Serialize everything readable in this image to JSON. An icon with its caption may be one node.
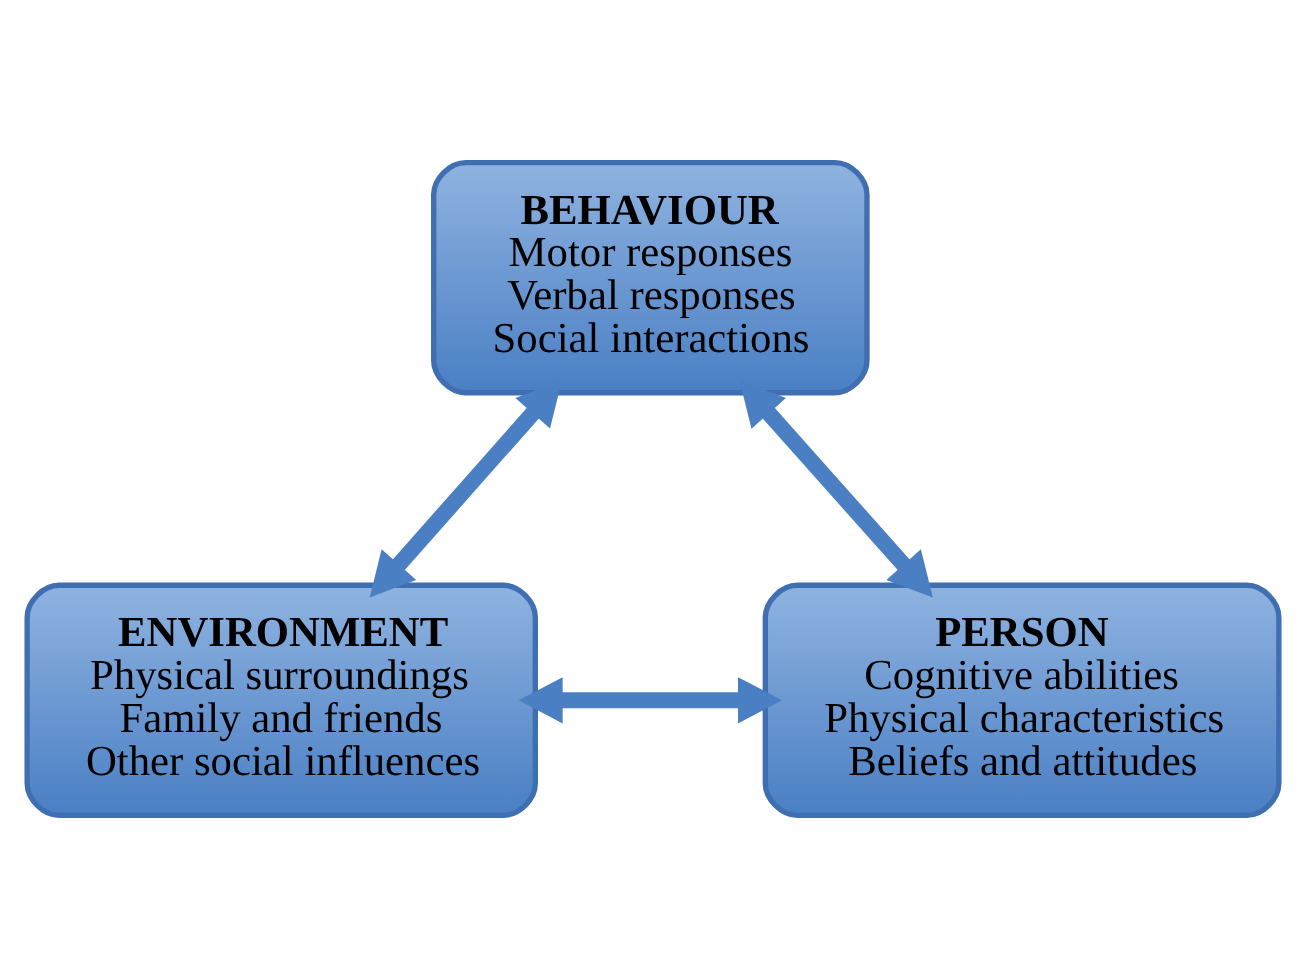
{
  "diagram": {
    "nodes": [
      {
        "text": [
          "BEHAVIOUR",
          "Motor responses",
          "Verbal responses",
          "Social interactions"
        ]
      },
      {
        "text": [
          "ENVIRONMENT",
          "Physical surroundings",
          "Family and friends",
          "Other social influences"
        ]
      },
      {
        "text": [
          "PERSON",
          "Cognitive abilities",
          "Physical characteristics",
          "Beliefs and attitudes"
        ]
      }
    ],
    "edges": [
      {
        "from": 0,
        "to": 1,
        "arrow": "both"
      },
      {
        "from": 0,
        "to": 2,
        "arrow": "both"
      },
      {
        "from": 1,
        "to": 2,
        "arrow": "both"
      }
    ]
  }
}
